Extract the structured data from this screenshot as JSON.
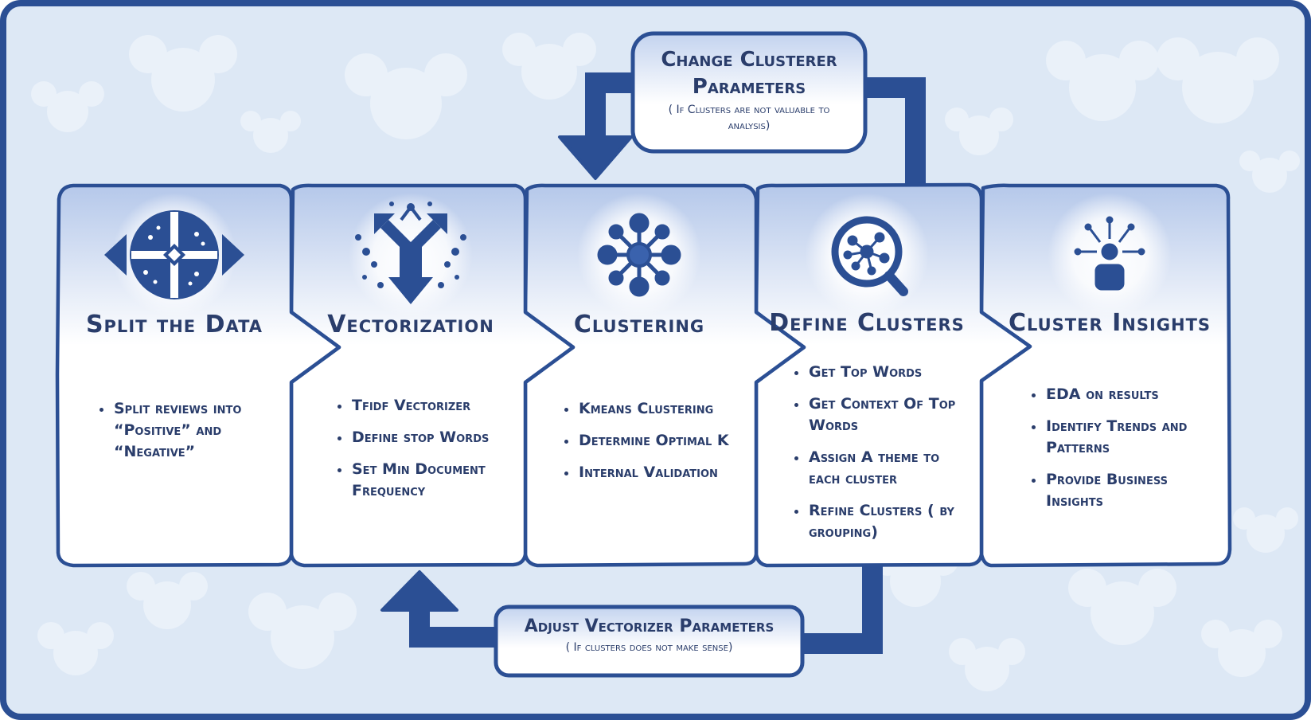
{
  "colors": {
    "frame": "#2b4f94",
    "background": "#dde8f5",
    "ink": "#2a3d6b",
    "card_top": "#b8caea",
    "card_bottom": "#ffffff"
  },
  "feedback_top": {
    "title": "Change Clusterer Parameters",
    "note": "( If Clusters are not valuable to analysis)"
  },
  "feedback_bottom": {
    "title": "Adjust Vectorizer Parameters",
    "note": "( If clusters does not make sense)"
  },
  "steps": [
    {
      "title": "Split the Data",
      "icon": "brain-split-icon",
      "bullets": [
        "Split reviews into “Positive” and “Negative”"
      ]
    },
    {
      "title": "Vectorization",
      "icon": "vector-merge-icon",
      "bullets": [
        "Tfidf Vectorizer",
        "Define stop Words",
        "Set Min Document Frequency"
      ]
    },
    {
      "title": "Clustering",
      "icon": "cluster-network-icon",
      "bullets": [
        "Kmeans Clustering",
        "Determine Optimal K",
        "Internal Validation"
      ]
    },
    {
      "title": "Define Clusters",
      "icon": "magnifier-network-icon",
      "bullets": [
        "Get Top Words",
        "Get Context Of Top Words",
        "Assign A theme to each cluster",
        "Refine Clusters ( by grouping)"
      ]
    },
    {
      "title": "Cluster Insights",
      "icon": "person-insights-icon",
      "bullets": [
        "EDA on results",
        "Identify Trends and Patterns",
        "Provide Business Insights"
      ]
    }
  ]
}
